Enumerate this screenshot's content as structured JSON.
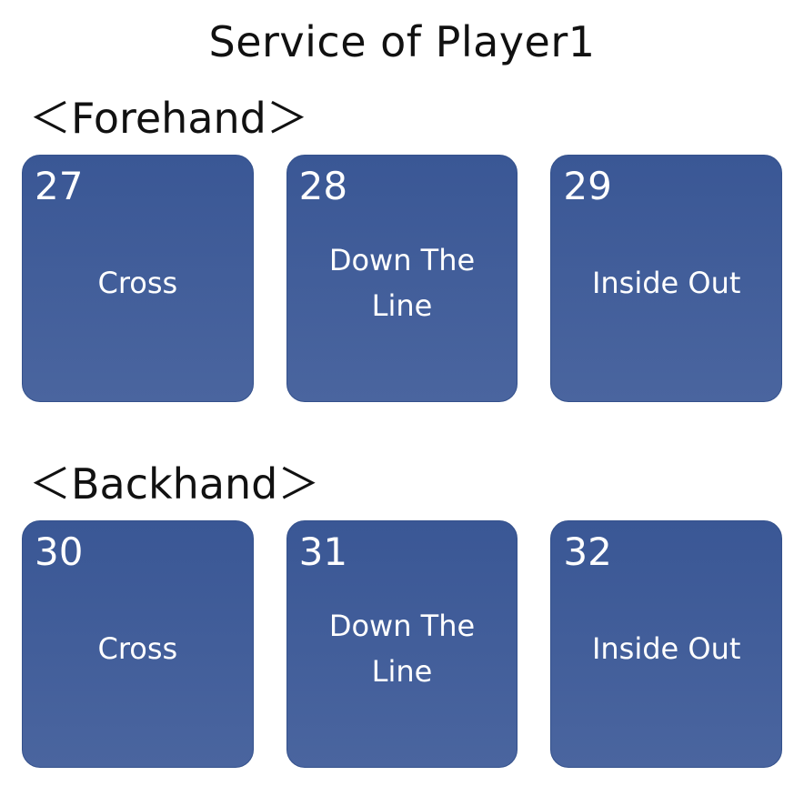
{
  "title": "Service of Player1",
  "sections": [
    {
      "heading": "＜Forehand＞",
      "tiles": [
        {
          "number": "27",
          "label": "Cross"
        },
        {
          "number": "28",
          "label": "Down The Line"
        },
        {
          "number": "29",
          "label": "Inside Out"
        }
      ]
    },
    {
      "heading": "＜Backhand＞",
      "tiles": [
        {
          "number": "30",
          "label": "Cross"
        },
        {
          "number": "31",
          "label": "Down The Line"
        },
        {
          "number": "32",
          "label": "Inside Out"
        }
      ]
    }
  ],
  "colors": {
    "tile_background": "#3f5c99",
    "tile_text": "#ffffff",
    "page_background": "#ffffff",
    "text": "#111111"
  }
}
